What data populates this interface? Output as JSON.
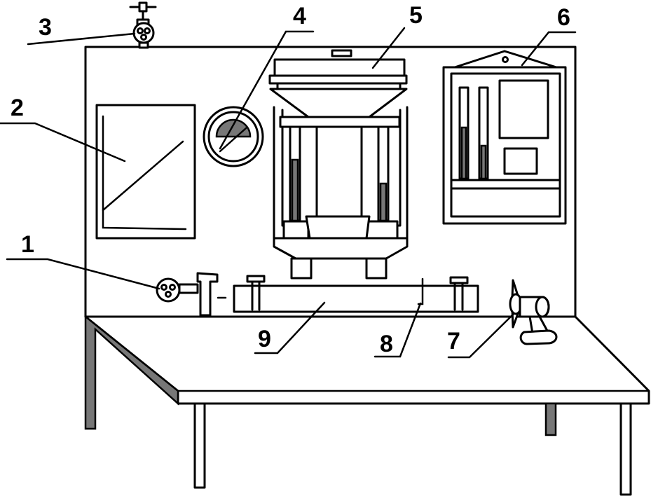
{
  "labels": {
    "l1": "1",
    "l2": "2",
    "l3": "3",
    "l4": "4",
    "l5": "5",
    "l6": "6",
    "l7": "7",
    "l8": "8",
    "l9": "9"
  },
  "colors": {
    "stroke": "#000000",
    "background": "#ffffff",
    "gauge_fill": "#777777"
  }
}
